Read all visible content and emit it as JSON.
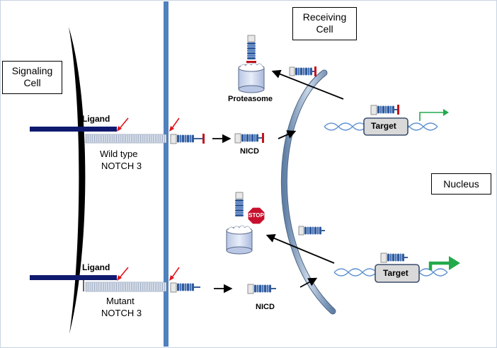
{
  "labels": {
    "signaling_cell_line1": "Signaling",
    "signaling_cell_line2": "Cell",
    "receiving_cell_line1": "Receiving",
    "receiving_cell_line2": "Cell",
    "nucleus": "Nucleus",
    "proteasome": "Proteasome",
    "ligand_top": "Ligand",
    "ligand_bottom": "Ligand",
    "wild_type_line1": "Wild type",
    "wild_type_line2": "NOTCH 3",
    "mutant_line1": "Mutant",
    "mutant_line2": "NOTCH 3",
    "nicd_top": "NICD",
    "nicd_bottom": "NICD",
    "target_top": "Target",
    "target_bottom": "Target",
    "stop_sign": "STOP"
  },
  "colors": {
    "membrane_blue": "#4f81bd",
    "ligand_navy": "#0f1a6e",
    "nucleus_envelope": "#7e97b5",
    "spring_blue": "#4a75b8",
    "cap_red": "#c0141c",
    "cleavage_arrow_red": "#e0141c",
    "transcription_green": "#22aa4a",
    "dna_blue": "#5b8fd0",
    "stop_red": "#c8102e"
  },
  "icons": {
    "proteasome": "proteasome-cylinder-icon",
    "stop": "stop-sign-icon",
    "transcription": "transcription-arrow-icon"
  }
}
